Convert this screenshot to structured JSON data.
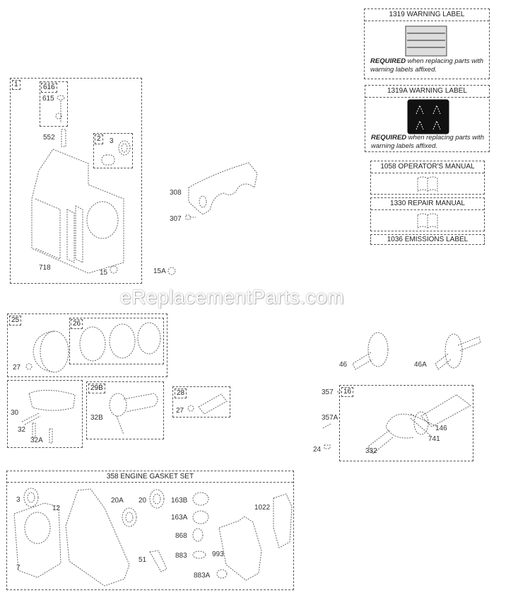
{
  "watermark": "eReplacementParts.com",
  "labels_panel": {
    "warning_1319": {
      "title": "1319 WARNING LABEL",
      "required": "REQUIRED",
      "note": "when replacing parts with warning labels affixed."
    },
    "warning_1319a": {
      "title": "1319A WARNING LABEL",
      "required": "REQUIRED",
      "note": "when replacing parts with warning labels affixed."
    },
    "operators_manual": {
      "title": "1058 OPERATOR'S MANUAL"
    },
    "repair_manual": {
      "title": "1330 REPAIR MANUAL"
    },
    "emissions_label": {
      "title": "1036 EMISSIONS LABEL"
    }
  },
  "groups": {
    "cylinder": {
      "tag": "1",
      "sub_616": "616",
      "sub_2": "2",
      "parts": [
        "615",
        "552",
        "3",
        "718",
        "15"
      ]
    },
    "standalone_top": {
      "parts": [
        "308",
        "307",
        "15A"
      ]
    },
    "piston": {
      "tag": "25",
      "rings_tag": "26",
      "parts": [
        "27"
      ]
    },
    "breather": {
      "parts": [
        "30",
        "32",
        "32A"
      ]
    },
    "connecting_rod": {
      "tag": "29B",
      "parts": [
        "32B"
      ]
    },
    "piston_pin": {
      "tag": "28",
      "parts": [
        "27"
      ]
    },
    "camshaft": {
      "parts": [
        "46",
        "46A"
      ]
    },
    "crank_side": {
      "parts": [
        "357",
        "357A",
        "24"
      ]
    },
    "crankshaft": {
      "tag": "16",
      "parts": [
        "146",
        "741",
        "332"
      ]
    },
    "gasket_set": {
      "title": "358 ENGINE GASKET SET",
      "parts": [
        "3",
        "12",
        "20A",
        "20",
        "163B",
        "163A",
        "868",
        "883",
        "993",
        "1022",
        "883A",
        "7",
        "51"
      ]
    }
  }
}
